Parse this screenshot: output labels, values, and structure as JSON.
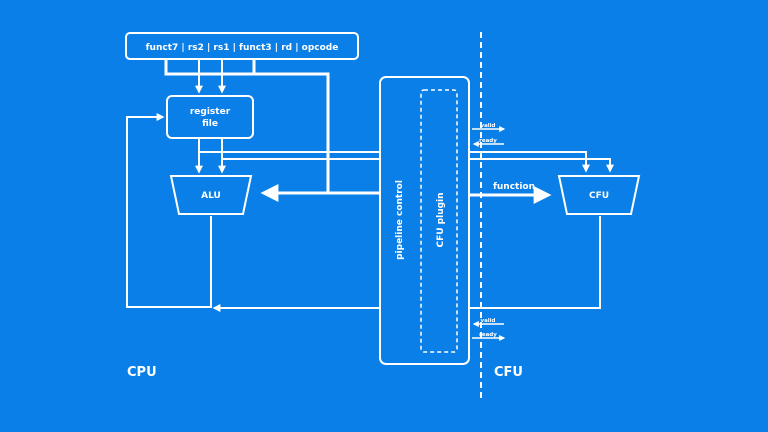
{
  "colors": {
    "background": "#0b7fe8",
    "foreground": "#ffffff"
  },
  "instruction": {
    "fields": "funct7 | rs2 | rs1 | funct3 | rd | opcode"
  },
  "blocks": {
    "register_file_line1": "register",
    "register_file_line2": "file",
    "alu": "ALU",
    "cfu": "CFU",
    "pipeline_control": "pipeline control",
    "cfu_plugin": "CFU plugin"
  },
  "signals": {
    "valid_top": "valid",
    "ready_top": "ready",
    "function": "function",
    "valid_bottom": "valid",
    "ready_bottom": "ready"
  },
  "regions": {
    "cpu": "CPU",
    "cfu": "CFU"
  }
}
